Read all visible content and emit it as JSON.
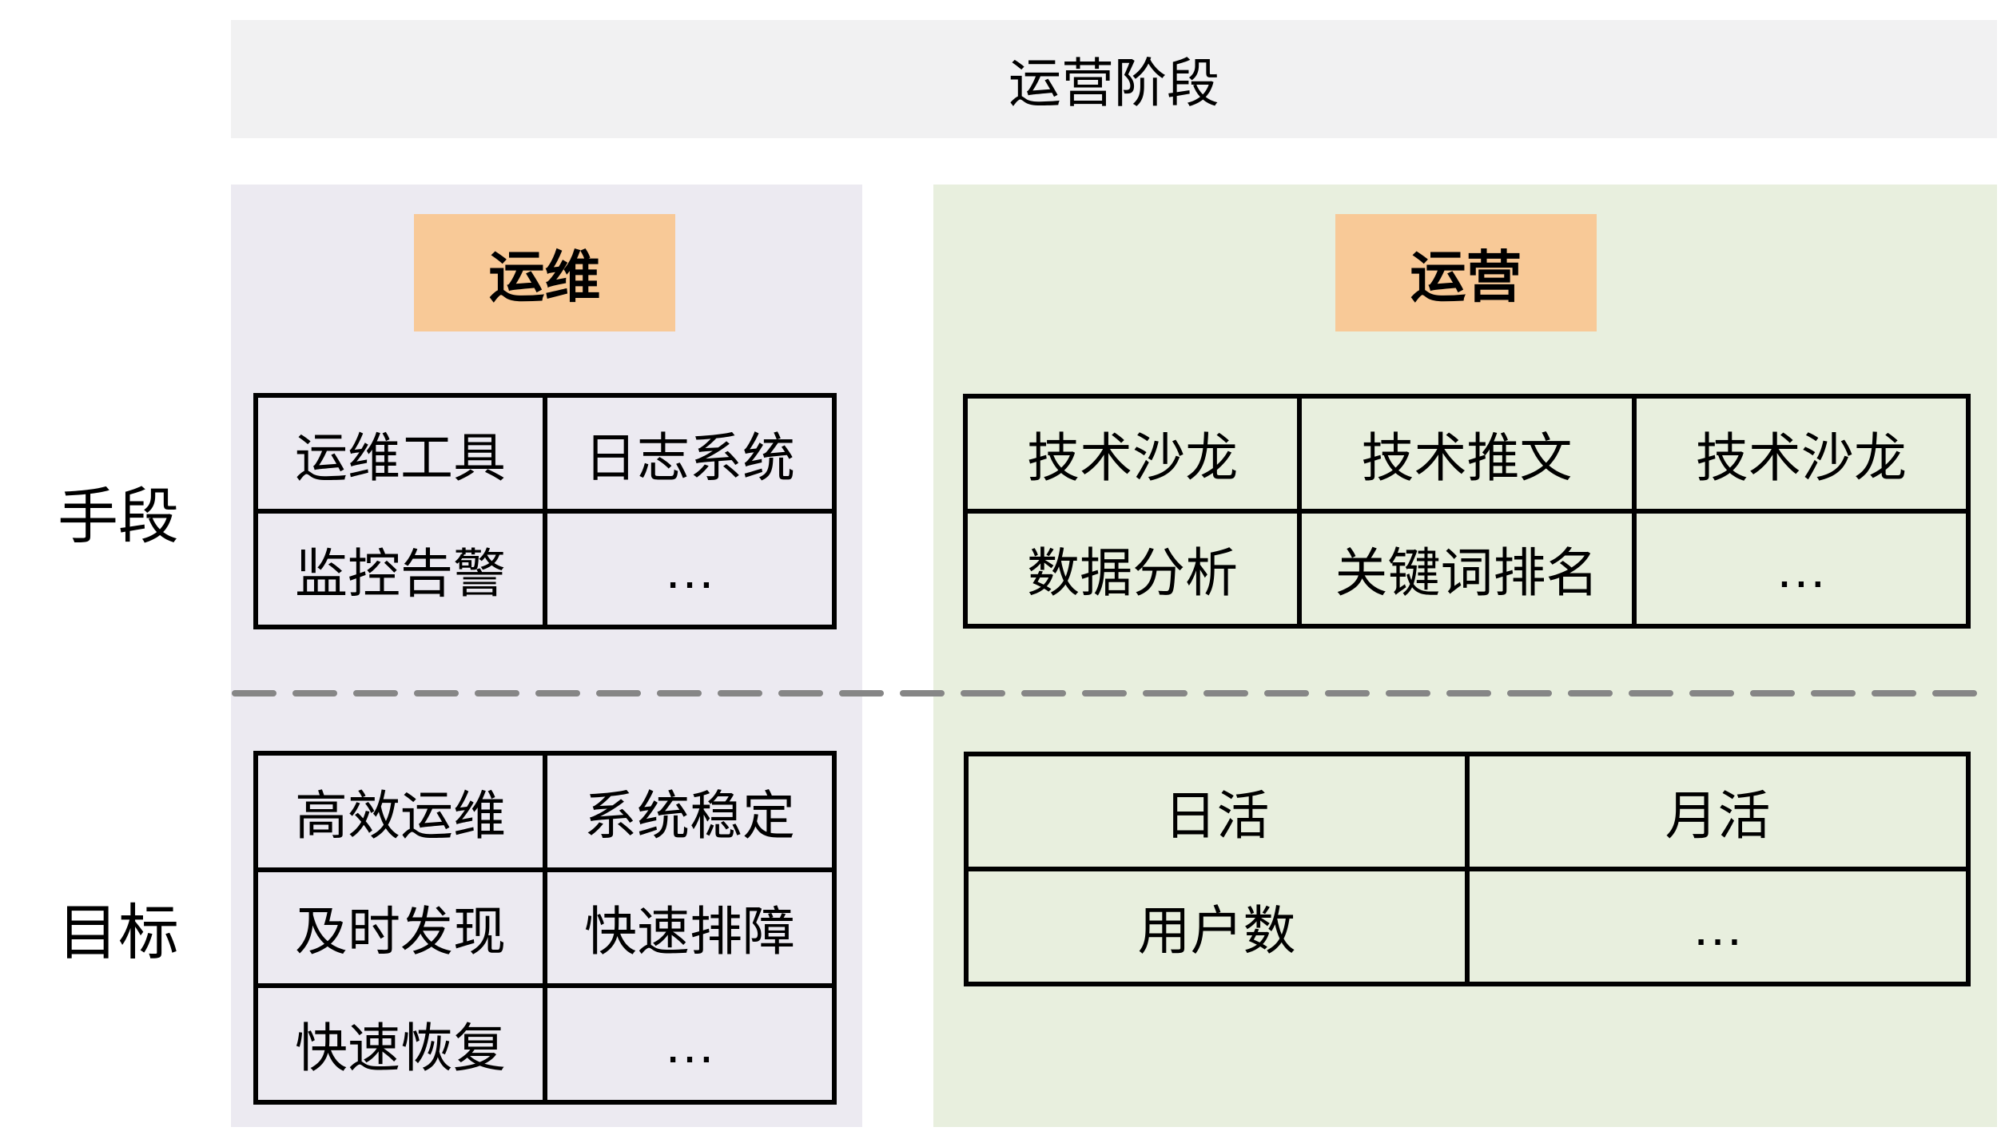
{
  "diagram": {
    "title": "运营阶段",
    "row_labels": {
      "means": "手段",
      "goals": "目标"
    },
    "sections": {
      "yunwei": {
        "name": "运维",
        "means_cells": [
          [
            "运维工具",
            "日志系统"
          ],
          [
            "监控告警",
            "…"
          ]
        ],
        "goals_cells": [
          [
            "高效运维",
            "系统稳定"
          ],
          [
            "及时发现",
            "快速排障"
          ],
          [
            "快速恢复",
            "…"
          ]
        ]
      },
      "yunying": {
        "name": "运营",
        "means_cells": [
          [
            "技术沙龙",
            "技术推文",
            "技术沙龙"
          ],
          [
            "数据分析",
            "关键词排名",
            "…"
          ]
        ],
        "goals_cells": [
          [
            "日活",
            "月活"
          ],
          [
            "用户数",
            "…"
          ]
        ]
      }
    },
    "colors": {
      "banner_bg": "#F1F1F2",
      "yunwei_panel_bg": "#ECEAF1",
      "yunying_panel_bg": "#E8EFDE",
      "chip_bg": "#F8C997",
      "table_border": "#000000",
      "divider": "#868686",
      "text": "#000000"
    }
  }
}
